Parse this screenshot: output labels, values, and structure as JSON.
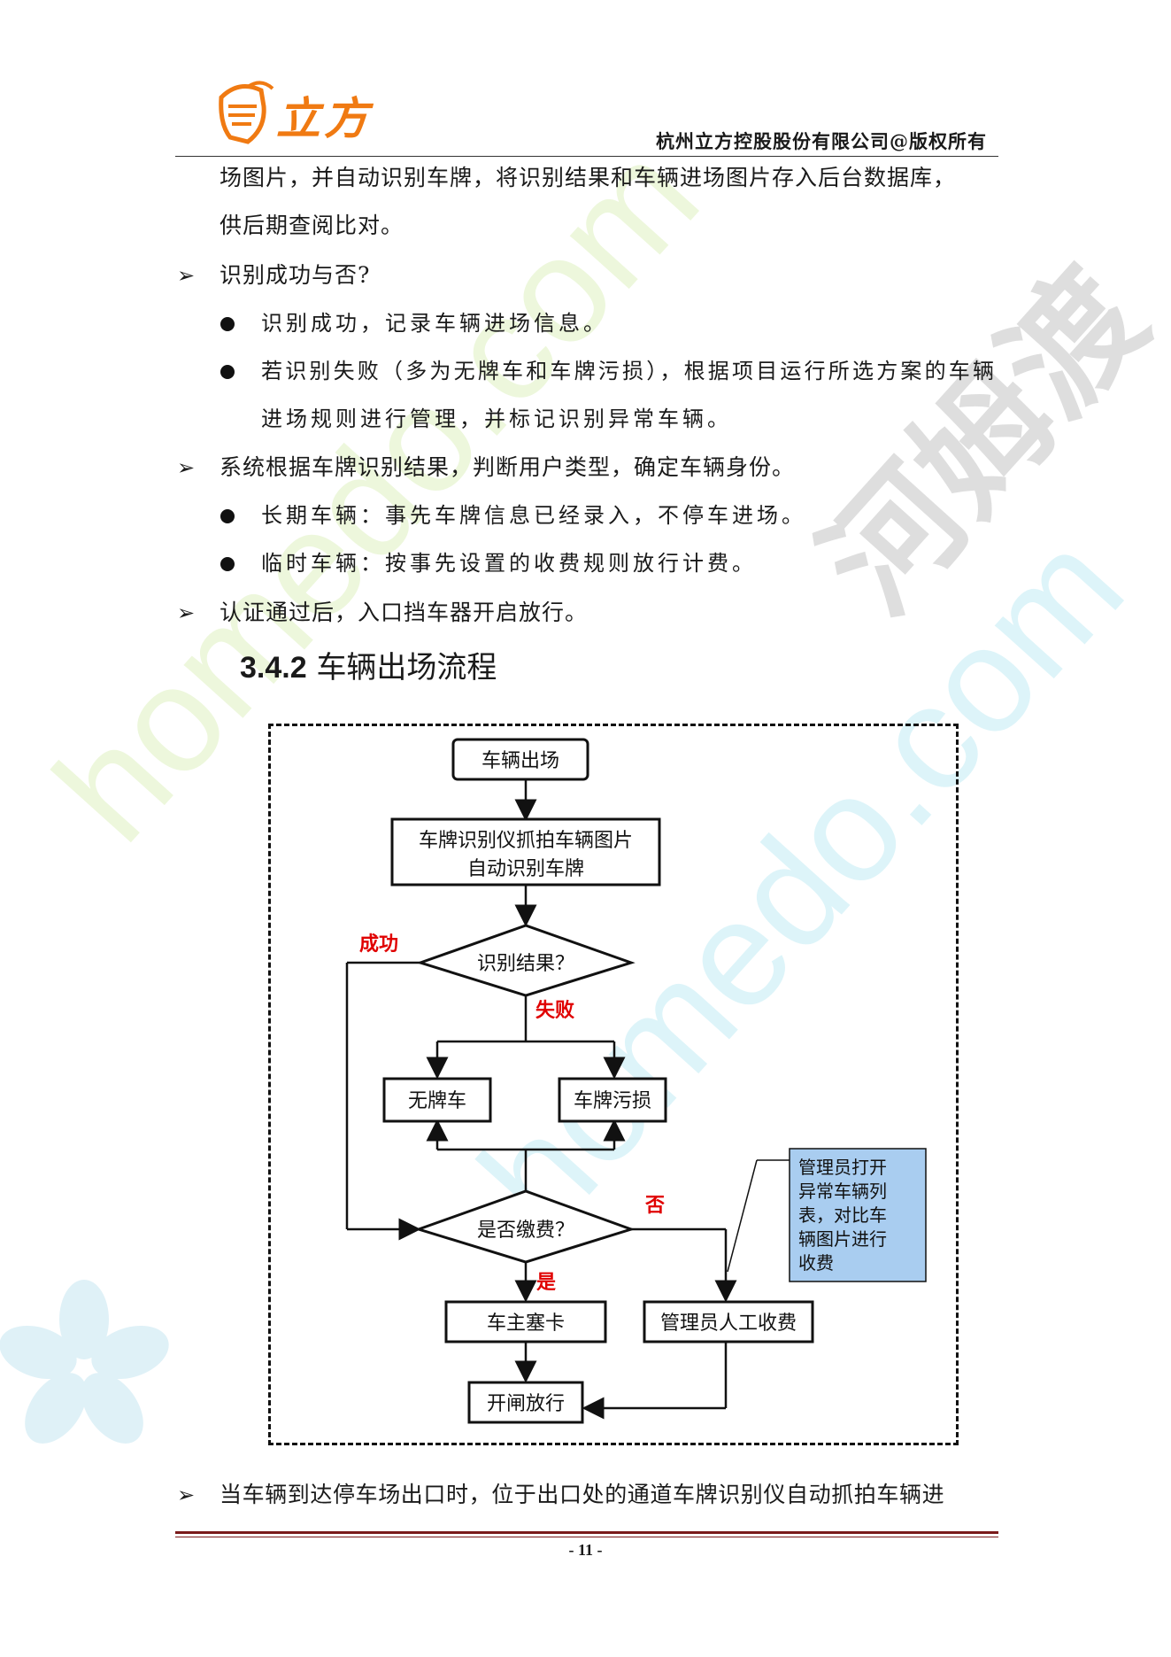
{
  "header": {
    "logo_text": "立方",
    "company": "杭州立方控股股份有限公司@版权所有"
  },
  "watermark": {
    "text_green": "homedo.com",
    "text_cyan": "homedo.com",
    "text_grey": "河姆渡"
  },
  "body": {
    "p1_line1": "场图片，并自动识别车牌，将识别结果和车辆进场图片存入后台数据库，",
    "p1_line2": "供后期查阅比对。",
    "b1": "识别成功与否?",
    "b1_s1": "识别成功，记录车辆进场信息。",
    "b1_s2_line1": "若识别失败（多为无牌车和车牌污损），根据项目运行所选方案的车辆",
    "b1_s2_line2": "进场规则进行管理，并标记识别异常车辆。",
    "b2": "系统根据车牌识别结果，判断用户类型，确定车辆身份。",
    "b2_s1": "长期车辆：事先车牌信息已经录入，不停车进场。",
    "b2_s2": "临时车辆：按事先设置的收费规则放行计费。",
    "b3": "认证通过后，入口挡车器开启放行。",
    "b4": "当车辆到达停车场出口时，位于出口处的通道车牌识别仪自动抓拍车辆进"
  },
  "section": {
    "number": "3.4.2",
    "title": "车辆出场流程"
  },
  "flow": {
    "start": "车辆出场",
    "capture_line1": "车牌识别仪抓拍车辆图片",
    "capture_line2": "自动识别车牌",
    "decision1": "识别结果？",
    "success": "成功",
    "fail": "失败",
    "no_plate": "无牌车",
    "dirty_plate": "车牌污损",
    "decision2": "是否缴费？",
    "no": "否",
    "yes": "是",
    "owner_card": "车主塞卡",
    "manual_fee": "管理员人工收费",
    "open_gate": "开闸放行",
    "note_lines": [
      "管理员打开",
      "异常车辆列",
      "表，对比车",
      "辆图片进行",
      "收费"
    ]
  },
  "footer": {
    "page": "- 11 -"
  },
  "colors": {
    "logo": "#f07a12",
    "accent_red": "#e00000",
    "note_fill": "#a9cdf0",
    "footer_rule": "#7a1a1a"
  }
}
